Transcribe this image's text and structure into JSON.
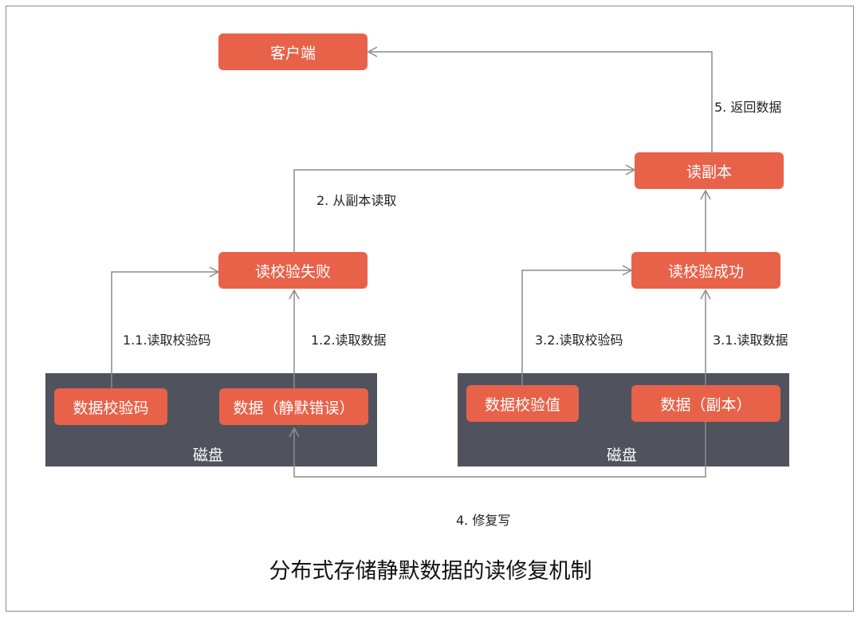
{
  "title": "分布式存储静默数据的读修复机制",
  "nodes": {
    "client": "客户端",
    "read_replica": "读副本",
    "verify_fail": "读校验失败",
    "verify_success": "读校验成功",
    "checksum_left": "数据校验码",
    "data_silent_error": "数据（静默错误）",
    "checksum_right": "数据校验值",
    "data_replica": "数据（副本）"
  },
  "disks": {
    "left": "磁盘",
    "right": "磁盘"
  },
  "edges": {
    "e1_1": "1.1.读取校验码",
    "e1_2": "1.2.读取数据",
    "e2": "2. 从副本读取",
    "e3_1": "3.1.读取数据",
    "e3_2": "3.2.读取校验码",
    "e4": "4. 修复写",
    "e5": "5. 返回数据"
  },
  "colors": {
    "node_fill": "#e8624a",
    "disk_fill": "#50535e",
    "line": "#8c8c8c"
  }
}
